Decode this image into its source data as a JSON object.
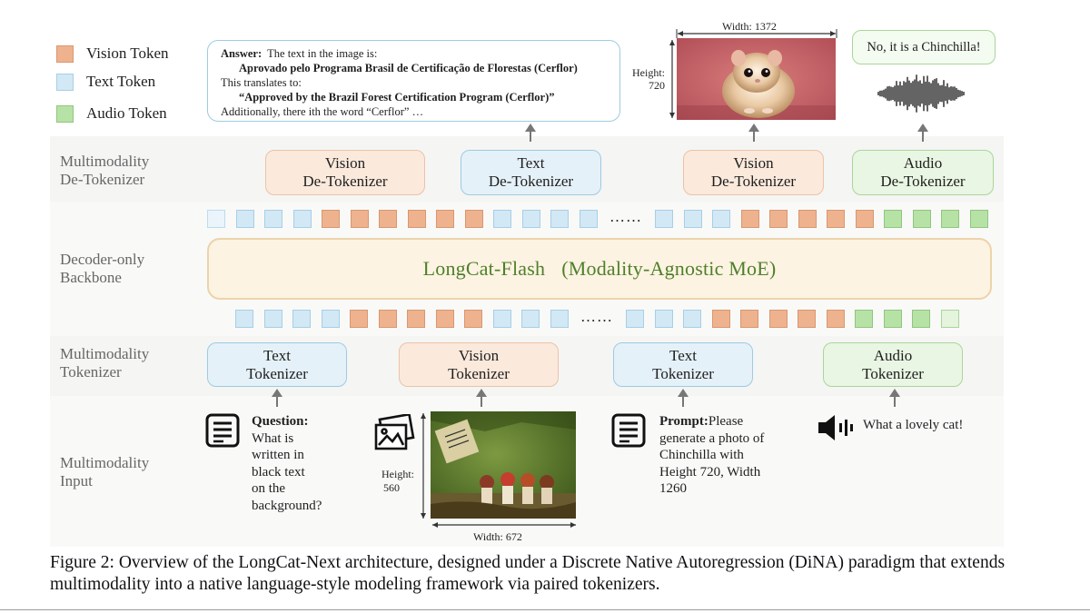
{
  "legend": {
    "vision": "Vision Token",
    "text": "Text Token",
    "audio": "Audio Token"
  },
  "rows": {
    "detokenizer": "Multimodality\nDe-Tokenizer",
    "backbone": "Decoder-only\nBackbone",
    "tokenizer": "Multimodality\nTokenizer",
    "input": "Multimodality\nInput"
  },
  "detokenizers": [
    {
      "line1": "Vision",
      "line2": "De-Tokenizer"
    },
    {
      "line1": "Text",
      "line2": "De-Tokenizer"
    },
    {
      "line1": "Vision",
      "line2": "De-Tokenizer"
    },
    {
      "line1": "Audio",
      "line2": "De-Tokenizer"
    }
  ],
  "tokenizers": [
    {
      "line1": "Text",
      "line2": "Tokenizer"
    },
    {
      "line1": "Vision",
      "line2": "Tokenizer"
    },
    {
      "line1": "Text",
      "line2": "Tokenizer"
    },
    {
      "line1": "Audio",
      "line2": "Tokenizer"
    }
  ],
  "backbone": {
    "name": "LongCat-Flash",
    "subtitle": "(Modality-Agnostic MoE)"
  },
  "ellipsis": "……",
  "answer": {
    "label": "Answer:",
    "line1": "The text in the image is:",
    "line2": "Aprovado pelo Programa Brasil de Certificação de Florestas (Cerflor)",
    "line3": "This translates to:",
    "line4": "“Approved by the Brazil Forest Certification Program (Cerflor)”",
    "line5": "Additionally, there ith the word “Cerflor” …"
  },
  "generated_image": {
    "width_label": "Width: 1372",
    "height_label": "Height:",
    "height_value": "720"
  },
  "audio_output": "No, it is a Chinchilla!",
  "inputs": {
    "question_label": "Question:",
    "question_text": "What is\nwritten in\nblack text\non the\nbackground?",
    "image_height_label": "Height:",
    "image_height_value": "560",
    "image_width_label": "Width: 672",
    "prompt_label": "Prompt:",
    "prompt_text": "Please",
    "prompt_rest": "generate a photo of\nChinchilla with\nHeight 720, Width\n1260",
    "audio_text": "What a lovely cat!"
  },
  "caption": "Figure 2: Overview of the LongCat-Next architecture, designed under a Discrete Native Autoregression (DiNA) paradigm that extends multimodality into a native language-style modeling framework via paired tokenizers.",
  "colors": {
    "vision_fill": "#eeb38e",
    "text_fill": "#d2e8f5",
    "audio_fill": "#b7e2a6",
    "backbone_text": "#4f7f2b"
  },
  "token_rows": {
    "upper": [
      "tl",
      "t",
      "t",
      "t",
      "v",
      "v",
      "v",
      "v",
      "v",
      "v",
      "t",
      "t",
      "t",
      "t",
      "…",
      "t",
      "t",
      "t",
      "v",
      "v",
      "v",
      "v",
      "v",
      "a",
      "a",
      "a",
      "a"
    ],
    "lower": [
      "t",
      "t",
      "t",
      "t",
      "v",
      "v",
      "v",
      "v",
      "v",
      "t",
      "t",
      "t",
      "…",
      "t",
      "t",
      "t",
      "v",
      "v",
      "v",
      "v",
      "v",
      "a",
      "a",
      "a",
      "al"
    ]
  }
}
